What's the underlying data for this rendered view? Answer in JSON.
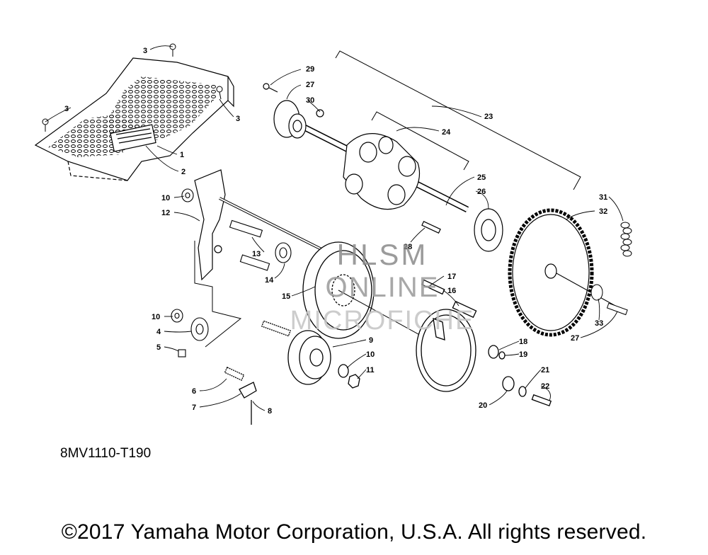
{
  "diagram": {
    "code": "8MV1110-T190",
    "copyright": "©2017 Yamaha Motor Corporation, U.S.A. All rights reserved.",
    "watermark": [
      "HLSM",
      "ONLINE",
      "MICROFICHE"
    ],
    "callouts": {
      "c1": "1",
      "c2": "2",
      "c3a": "3",
      "c3b": "3",
      "c3c": "3",
      "c4": "4",
      "c5": "5",
      "c6": "6",
      "c7": "7",
      "c8": "8",
      "c9": "9",
      "c10a": "10",
      "c10b": "10",
      "c10c": "10",
      "c11": "11",
      "c12": "12",
      "c13": "13",
      "c14": "14",
      "c15": "15",
      "c16": "16",
      "c17": "17",
      "c18": "18",
      "c19": "19",
      "c20": "20",
      "c21": "21",
      "c22": "22",
      "c23": "23",
      "c24": "24",
      "c25": "25",
      "c26": "26",
      "c27a": "27",
      "c27b": "27",
      "c28": "28",
      "c29": "29",
      "c30": "30",
      "c31": "31",
      "c32": "32",
      "c33": "33"
    }
  }
}
